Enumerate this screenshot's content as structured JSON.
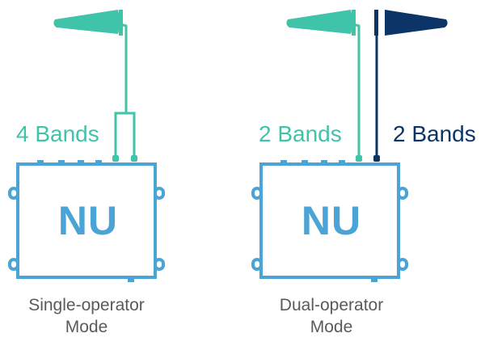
{
  "colors": {
    "teal": "#3fc3a9",
    "navy": "#0d3467",
    "unit_blue": "#4aa4d6",
    "caption_gray": "#5a5a5a"
  },
  "panels": [
    {
      "id": "single",
      "unit_label": "NU",
      "bands": [
        {
          "label": "4 Bands",
          "color": "teal"
        }
      ],
      "caption_line1": "Single-operator",
      "caption_line2": "Mode"
    },
    {
      "id": "dual",
      "unit_label": "NU",
      "bands": [
        {
          "label": "2 Bands",
          "color": "teal"
        },
        {
          "label": "2 Bands",
          "color": "navy"
        }
      ],
      "caption_line1": "Dual-operator",
      "caption_line2": "Mode"
    }
  ]
}
